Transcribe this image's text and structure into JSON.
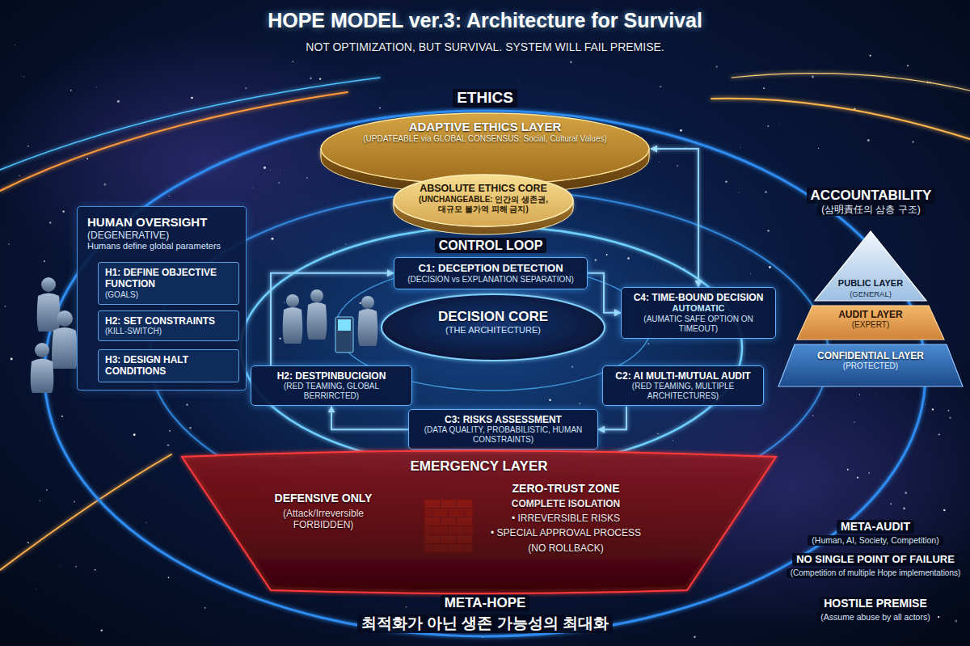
{
  "diagram": {
    "title": "HOPE MODEL ver.3: Architecture for Survival",
    "nodes": [
      {
        "text": [
          "ADAPTIVE ETHICS LAYER",
          "(UPDATEABLE via GLOBAL CONSENSUS: Social, Cultural Values)"
        ]
      },
      {
        "text": [
          "ABSOLUTE ETHICS CORE",
          "(UNCHANGEABLE: 인간의 생존권, 대규모 불가역 피해 금지)"
        ],
        "in": 0
      },
      {
        "text": [
          "HUMAN OVERSIGHT",
          "(DEGENERATIVE)",
          "Humans define global parameters"
        ]
      },
      {
        "text": [
          "H1: DEFINE OBJECTIVE FUNCTION",
          "(GOALS)"
        ],
        "in": 2
      },
      {
        "text": [
          "H2: SET CONSTRAINTS",
          "(KILL-SWITCH)"
        ],
        "in": 2
      },
      {
        "text": [
          "H3: DESIGN HALT CONDITIONS"
        ],
        "in": 2
      },
      {
        "text": [
          "C1: DECEPTION DETECTION",
          "(DECISION vs EXPLANATION SEPARATION)"
        ]
      },
      {
        "text": [
          "C4: TIME-BOUND DECISION",
          "AUTOMATIC",
          "(AUMATIC SAFE OPTION ON TIMEOUT)"
        ]
      },
      {
        "text": [
          "DECISION CORE",
          "(THE ARCHITECTURE)"
        ]
      },
      {
        "text": [
          "H2: DESTPINBUCIGION",
          "(RED TEAMING, GLOBAL BERRIRCTED)"
        ]
      },
      {
        "text": [
          "C2: AI MULTI-MUTUAL AUDIT",
          "(RED TEAMING, MULTIPLE ARCHITECTURES)"
        ]
      },
      {
        "text": [
          "C3: RISKS ASSESSMENT",
          "(DATA QUALITY, PROBABILISTIC, HUMAN CONSTRAINTS)"
        ]
      },
      {
        "text": [
          "ACCOUNTABILITY",
          "(삼明責任의 삼층 구조)"
        ]
      },
      {
        "text": [
          "PUBLIC LAYER",
          "(GENERAL)"
        ],
        "in": 12
      },
      {
        "text": [
          "AUDIT LAYER",
          "(EXPERT)"
        ],
        "in": 12
      },
      {
        "text": [
          "CONFIDENTIAL LAYER",
          "(PROTECTED)"
        ],
        "in": 12
      },
      {
        "text": [
          "EMERGENCY LAYER"
        ]
      }
    ],
    "edges": [
      {
        "from": 6,
        "to": 7,
        "arrow": "to"
      },
      {
        "from": 7,
        "to": 10,
        "arrow": "to"
      },
      {
        "from": 10,
        "to": 11,
        "arrow": "to"
      },
      {
        "from": 11,
        "to": 9,
        "arrow": "to"
      },
      {
        "from": 9,
        "to": 6,
        "arrow": "to"
      },
      {
        "from": 11,
        "to": 8,
        "arrow": "to"
      },
      {
        "from": 0,
        "to": 7,
        "arrow": "both"
      }
    ],
    "labels": [
      "NOT OPTIMIZATION, BUT SURVIVAL. SYSTEM WILL FAIL PREMISE.",
      "ETHICS",
      "CONTROL LOOP",
      "DEFENSIVE ONLY",
      "(Attack/Irreversible FORBIDDEN)",
      "ZERO-TRUST ZONE",
      "COMPLETE ISOLATION",
      "• IRREVERSIBLE RISKS",
      "• SPECIAL APPROVAL PROCESS",
      "(NO ROLLBACK)",
      "META-AUDIT",
      "(Human, AI, Society, Competition)",
      "NO SINGLE POINT OF FAILURE",
      "(Competition of multiple Hope implementations)",
      "HOSTILE PREMISE",
      "(Assume abuse by all actors)",
      "META-HOPE",
      "최적화가 아닌 생존 가능성의 최대화"
    ]
  }
}
